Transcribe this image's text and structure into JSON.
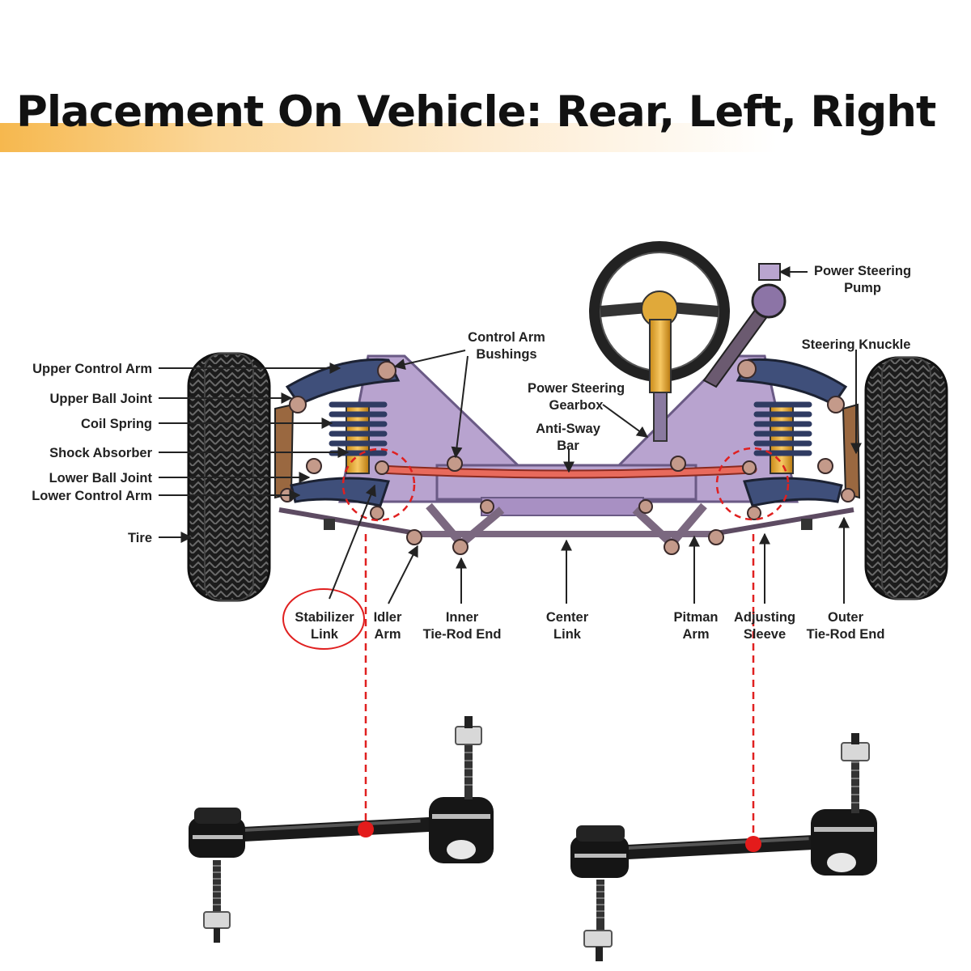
{
  "title": "Placement On Vehicle: Rear, Left, Right",
  "colors": {
    "accent_band": "#f6b84e",
    "frame": "#b8a3cf",
    "frame_dark": "#8e78ad",
    "sway_bar": "#e86a5c",
    "guide_line": "#e02020",
    "label_text": "#222222"
  },
  "labels_left": [
    {
      "id": "upper-control-arm",
      "text": "Upper Control Arm"
    },
    {
      "id": "upper-ball-joint",
      "text": "Upper Ball Joint"
    },
    {
      "id": "coil-spring",
      "text": "Coil Spring"
    },
    {
      "id": "shock-absorber",
      "text": "Shock Absorber"
    },
    {
      "id": "lower-ball-joint",
      "text": "Lower Ball Joint"
    },
    {
      "id": "lower-control-arm",
      "text": "Lower Control Arm"
    },
    {
      "id": "tire",
      "text": "Tire"
    }
  ],
  "labels_top": [
    {
      "id": "control-arm-bushings",
      "lines": [
        "Control Arm",
        "Bushings"
      ]
    },
    {
      "id": "power-steering-gearbox",
      "lines": [
        "Power Steering",
        "Gearbox"
      ]
    },
    {
      "id": "anti-sway-bar",
      "lines": [
        "Anti-Sway",
        "Bar"
      ]
    },
    {
      "id": "power-steering-pump",
      "lines": [
        "Power Steering",
        "Pump"
      ]
    },
    {
      "id": "steering-knuckle",
      "lines": [
        "Steering Knuckle"
      ]
    }
  ],
  "labels_bottom": [
    {
      "id": "stabilizer-link",
      "lines": [
        "Stabilizer",
        "Link"
      ]
    },
    {
      "id": "idler-arm",
      "lines": [
        "Idler",
        "Arm"
      ]
    },
    {
      "id": "inner-tie-rod-end",
      "lines": [
        "Inner",
        "Tie-Rod End"
      ]
    },
    {
      "id": "center-link",
      "lines": [
        "Center",
        "Link"
      ]
    },
    {
      "id": "pitman-arm",
      "lines": [
        "Pitman",
        "Arm"
      ]
    },
    {
      "id": "adjusting-sleeve",
      "lines": [
        "Adjusting",
        "Sleeve"
      ]
    },
    {
      "id": "outer-tie-rod-end",
      "lines": [
        "Outer",
        "Tie-Rod End"
      ]
    }
  ],
  "highlighted_part": "stabilizer-link"
}
